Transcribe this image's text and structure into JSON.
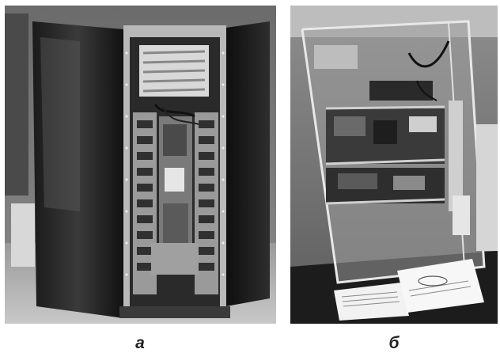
{
  "figure": {
    "panels": [
      {
        "id": "a",
        "label": "а",
        "subject": "open-server-rack-photo"
      },
      {
        "id": "b",
        "label": "б",
        "subject": "transparent-server-cabinet-photo"
      }
    ]
  }
}
